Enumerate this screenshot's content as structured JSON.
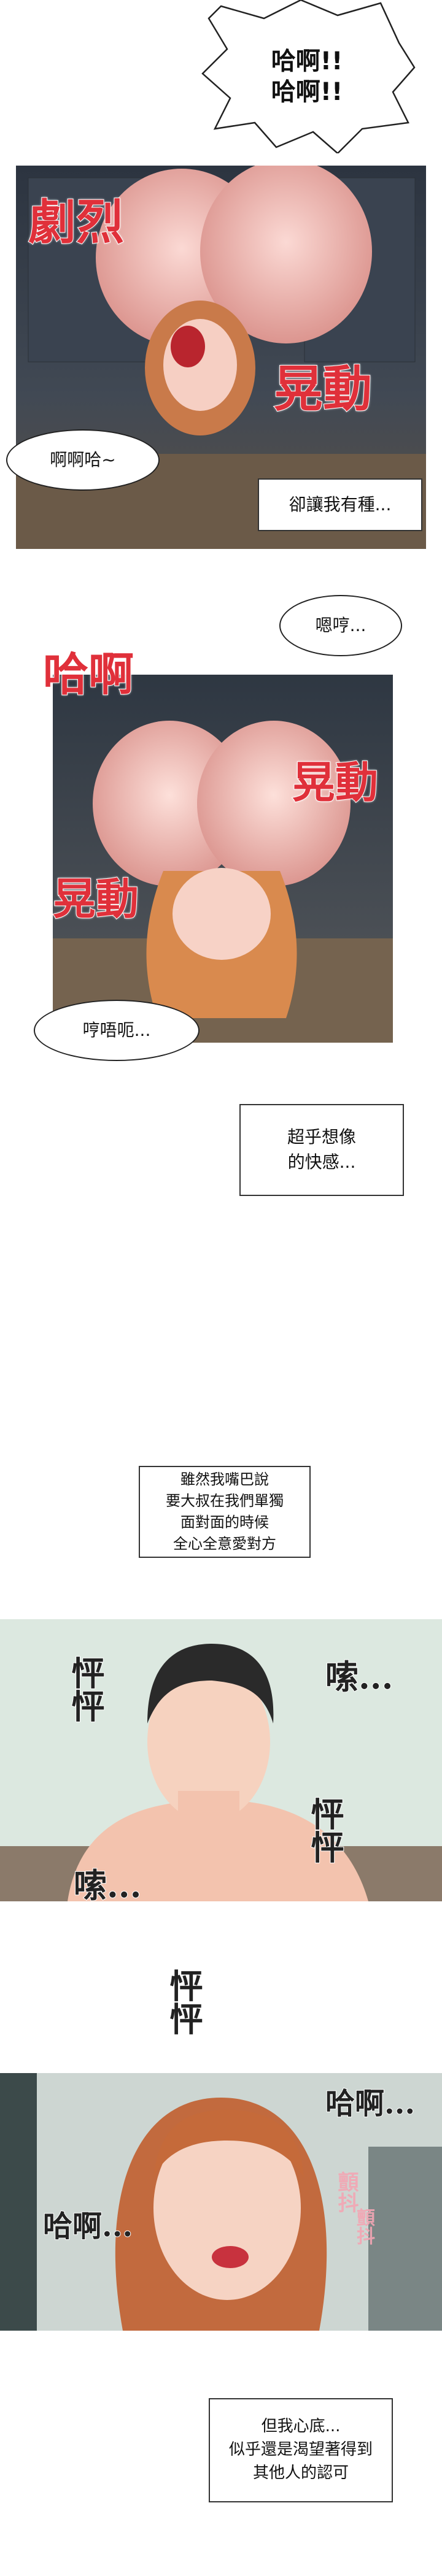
{
  "panel1": {
    "shout": "哈啊!!\n哈啊!!",
    "sfx_left": "劇烈",
    "sfx_right": "晃動",
    "bubble_left": "啊啊哈~",
    "bubble_right": "卻讓我有種..."
  },
  "panel2": {
    "bubble_top": "嗯哼...",
    "sfx_top": "哈啊",
    "sfx_right": "晃動",
    "sfx_left": "晃動",
    "bubble_bottom": "哼唔呃..."
  },
  "caption1": "超乎想像\n的快感...",
  "caption2": "雖然我嘴巴說\n要大叔在我們單獨\n面對面的時候\n全心全意愛對方",
  "panel3": {
    "sfx_pound_left": "怦怦",
    "sfx_pound_right": "怦怦",
    "breath_top": "嗦...",
    "breath_bottom": "嗦..."
  },
  "between_sfx": "怦怦",
  "panel4": {
    "sfx_pant_top": "哈啊...",
    "sfx_pant_left": "哈啊...",
    "sfx_tremble": "顫抖",
    "sfx_tremble2": "顫抖"
  },
  "caption3": "但我心底...\n似乎還是渴望著得到\n其他人的認可"
}
